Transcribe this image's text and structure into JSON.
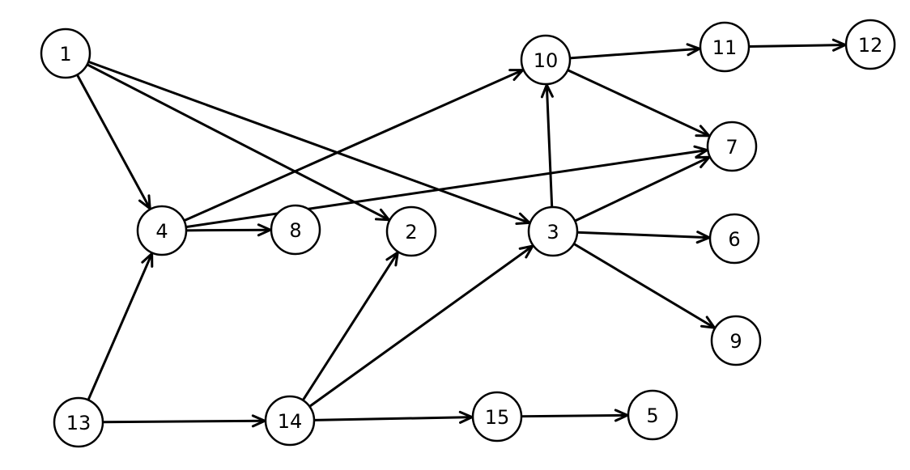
{
  "diagram": {
    "type": "directed-graph",
    "colors": {
      "stroke": "#000000",
      "node_fill": "#ffffff",
      "background": "#ffffff"
    },
    "nodes": [
      {
        "id": "1",
        "label": "1"
      },
      {
        "id": "2",
        "label": "2"
      },
      {
        "id": "3",
        "label": "3"
      },
      {
        "id": "4",
        "label": "4"
      },
      {
        "id": "5",
        "label": "5"
      },
      {
        "id": "6",
        "label": "6"
      },
      {
        "id": "7",
        "label": "7"
      },
      {
        "id": "8",
        "label": "8"
      },
      {
        "id": "9",
        "label": "9"
      },
      {
        "id": "10",
        "label": "10"
      },
      {
        "id": "11",
        "label": "11"
      },
      {
        "id": "12",
        "label": "12"
      },
      {
        "id": "13",
        "label": "13"
      },
      {
        "id": "14",
        "label": "14"
      },
      {
        "id": "15",
        "label": "15"
      }
    ],
    "edges": [
      {
        "from": "1",
        "to": "4"
      },
      {
        "from": "1",
        "to": "2"
      },
      {
        "from": "1",
        "to": "3"
      },
      {
        "from": "4",
        "to": "10"
      },
      {
        "from": "4",
        "to": "7"
      },
      {
        "from": "4",
        "to": "8"
      },
      {
        "from": "10",
        "to": "11"
      },
      {
        "from": "10",
        "to": "7"
      },
      {
        "from": "11",
        "to": "12"
      },
      {
        "from": "3",
        "to": "10"
      },
      {
        "from": "3",
        "to": "7"
      },
      {
        "from": "3",
        "to": "6"
      },
      {
        "from": "3",
        "to": "9"
      },
      {
        "from": "13",
        "to": "4"
      },
      {
        "from": "13",
        "to": "14"
      },
      {
        "from": "14",
        "to": "2"
      },
      {
        "from": "14",
        "to": "3"
      },
      {
        "from": "14",
        "to": "15"
      },
      {
        "from": "15",
        "to": "5"
      }
    ]
  }
}
